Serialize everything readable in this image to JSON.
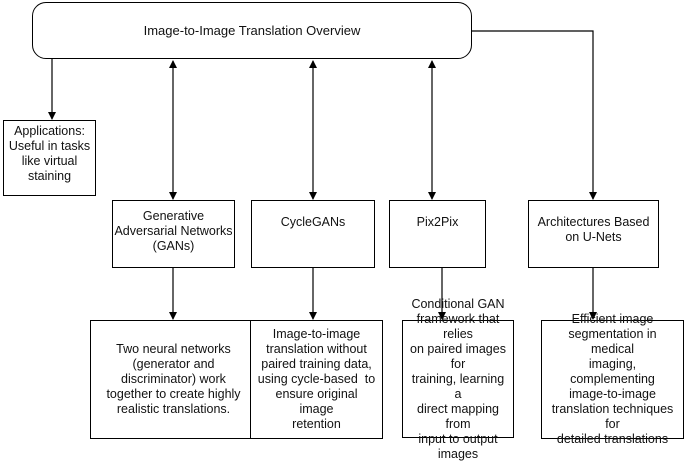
{
  "root": {
    "label": "Image-to-Image Translation Overview"
  },
  "applications": {
    "lines": [
      "Applications:",
      "Useful in tasks",
      "like virtual",
      "staining"
    ]
  },
  "methods": [
    {
      "lines": [
        "Generative",
        "Adversarial Networks",
        "(GANs)"
      ]
    },
    {
      "lines": [
        "CycleGANs"
      ]
    },
    {
      "lines": [
        "Pix2Pix"
      ]
    },
    {
      "lines": [
        "Architectures Based",
        "on U-Nets"
      ]
    }
  ],
  "descriptions": [
    {
      "lines": [
        "Two neural networks",
        "(generator and",
        "discriminator) work",
        "together to create highly",
        "realistic translations."
      ]
    },
    {
      "lines": [
        "Image-to-image",
        "translation without",
        "paired training data,",
        "using cycle-based  to",
        "ensure original image",
        "retention"
      ]
    },
    {
      "lines": [
        "Conditional GAN",
        "framework that relies",
        "on paired images for",
        "training, learning a",
        "direct mapping from",
        "input to output",
        "images"
      ]
    },
    {
      "lines": [
        "Efficient image",
        "segmentation in medical",
        "imaging, complementing",
        "image-to-image",
        "translation techniques for",
        "detailed translations"
      ]
    }
  ]
}
